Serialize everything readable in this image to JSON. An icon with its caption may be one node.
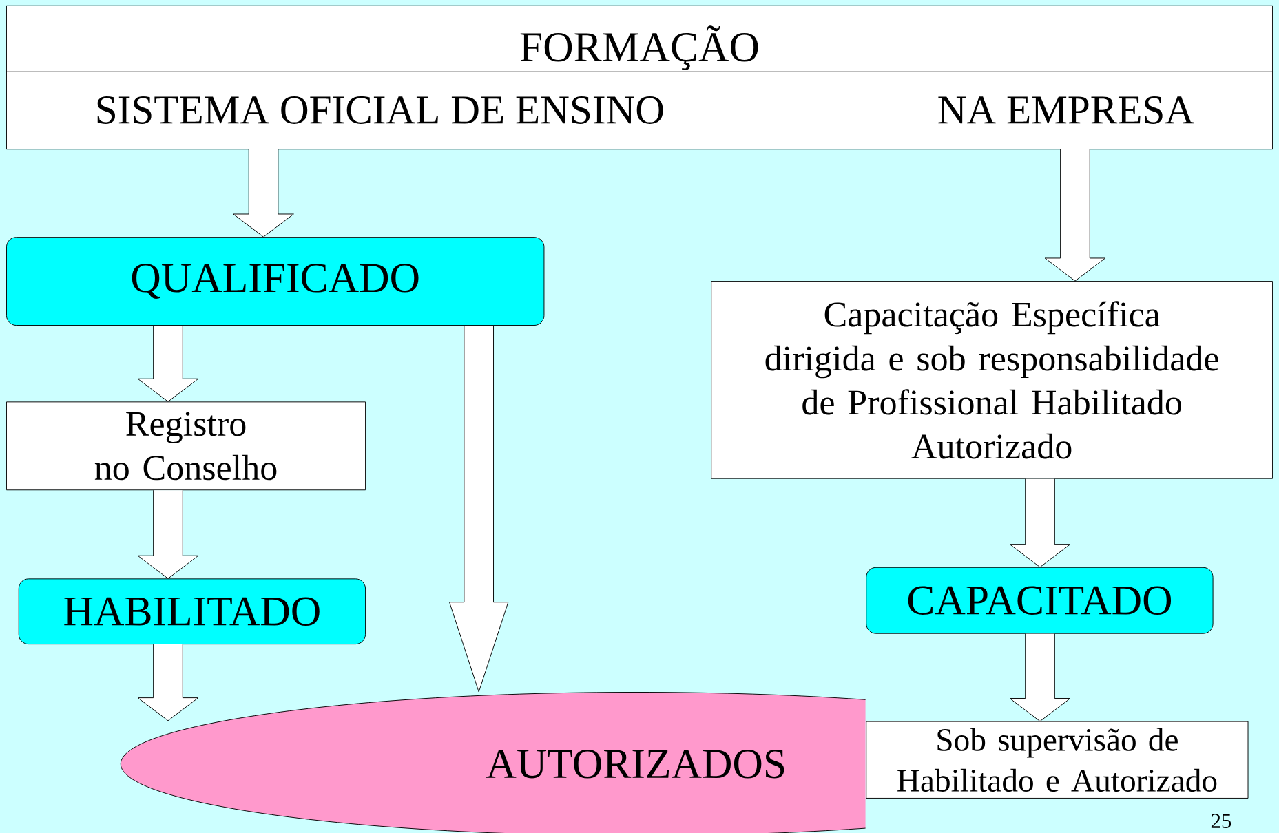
{
  "diagram": {
    "nodes": [
      {
        "text": [
          "FORMAÇÃO"
        ]
      },
      {
        "text": [
          "SISTEMA OFICIAL DE ENSINO"
        ],
        "in": 0
      },
      {
        "text": [
          "NA EMPRESA"
        ],
        "in": 0
      },
      {
        "text": [
          "QUALIFICADO"
        ]
      },
      {
        "text": [
          "Registro no Conselho"
        ]
      },
      {
        "text": [
          "HABILITADO"
        ]
      },
      {
        "text": [
          "Capacitação Específica dirigida e sob responsabilidade de Profissional Habilitado Autorizado"
        ]
      },
      {
        "text": [
          "CAPACITADO"
        ]
      },
      {
        "text": [
          "AUTORIZADOS"
        ]
      },
      {
        "text": [
          "Sob supervisão de Habilitado e Autorizado"
        ]
      }
    ],
    "edges": [
      {
        "from": 1,
        "to": 3,
        "arrow": "to"
      },
      {
        "from": 2,
        "to": 6,
        "arrow": "to"
      },
      {
        "from": 3,
        "to": 4,
        "arrow": "to"
      },
      {
        "from": 3,
        "to": 8,
        "arrow": "to"
      },
      {
        "from": 4,
        "to": 5,
        "arrow": "to"
      },
      {
        "from": 5,
        "to": 8,
        "arrow": "to"
      },
      {
        "from": 6,
        "to": 7,
        "arrow": "to"
      },
      {
        "from": 7,
        "to": 9,
        "arrow": "to"
      }
    ],
    "labels": [
      "25"
    ]
  }
}
